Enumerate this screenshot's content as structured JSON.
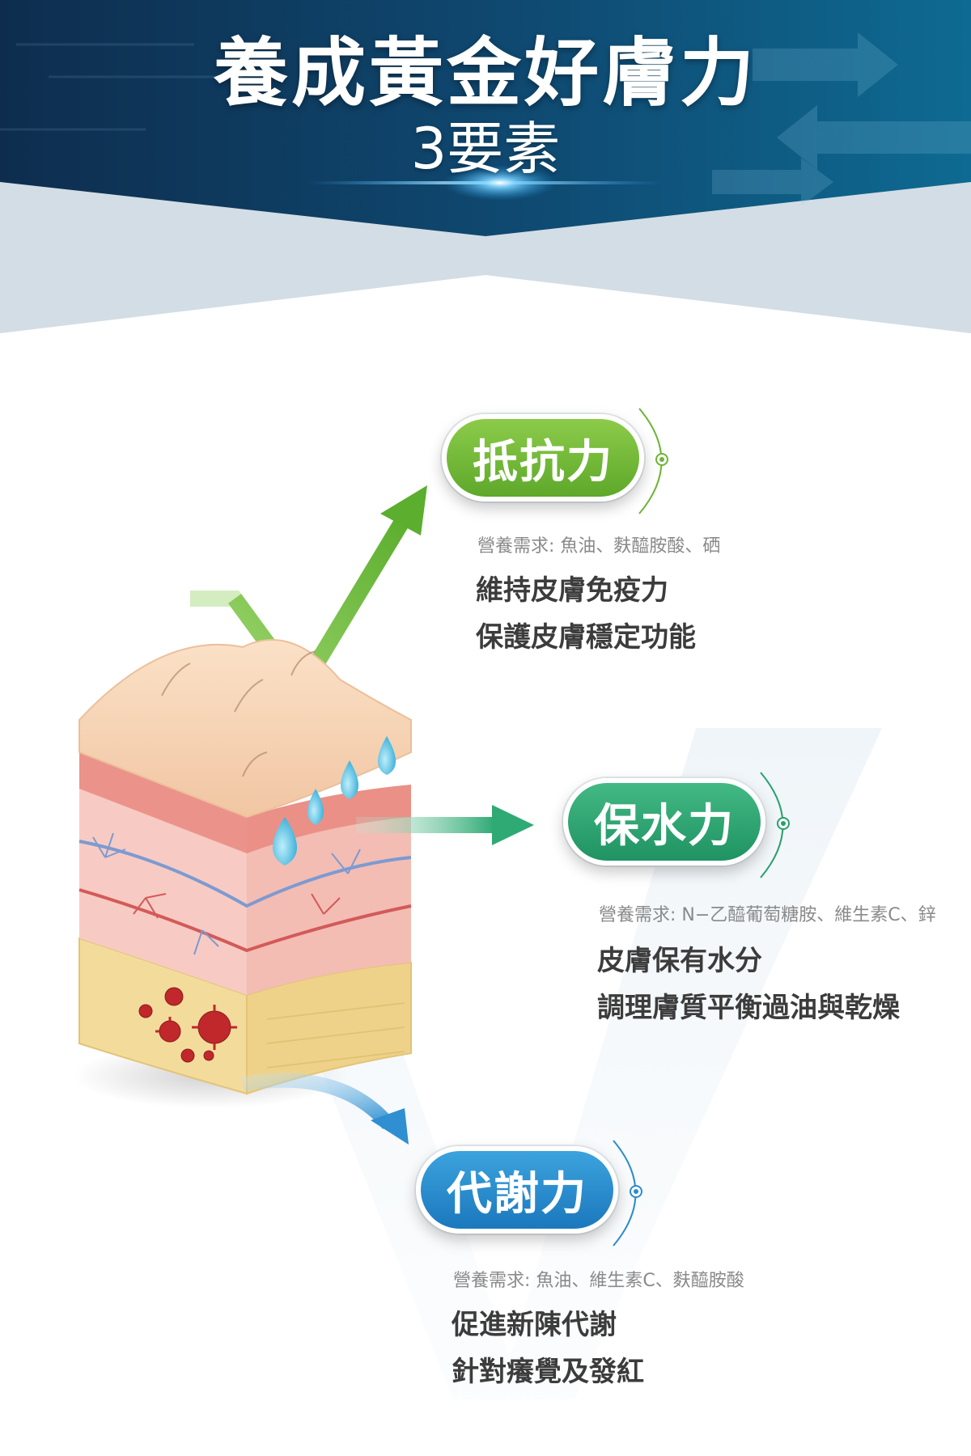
{
  "header": {
    "title": "養成黃金好膚力",
    "subtitle": "3要素"
  },
  "factors": [
    {
      "label": "抵抗力",
      "color": "#6db535",
      "nutrition": "營養需求: 魚油、麩醯胺酸、硒",
      "benefits": [
        "維持皮膚免疫力",
        "保護皮膚穩定功能"
      ]
    },
    {
      "label": "保水力",
      "color": "#2a9f6c",
      "nutrition": "營養需求: N−乙醯葡萄糖胺、維生素C、鋅",
      "benefits": [
        "皮膚保有水分",
        "調理膚質平衡過油與乾燥"
      ]
    },
    {
      "label": "代謝力",
      "color": "#2a8ccd",
      "nutrition": "營養需求: 魚油、維生素C、麩醯胺酸",
      "benefits": [
        "促進新陳代謝",
        "針對癢覺及發紅"
      ]
    }
  ]
}
